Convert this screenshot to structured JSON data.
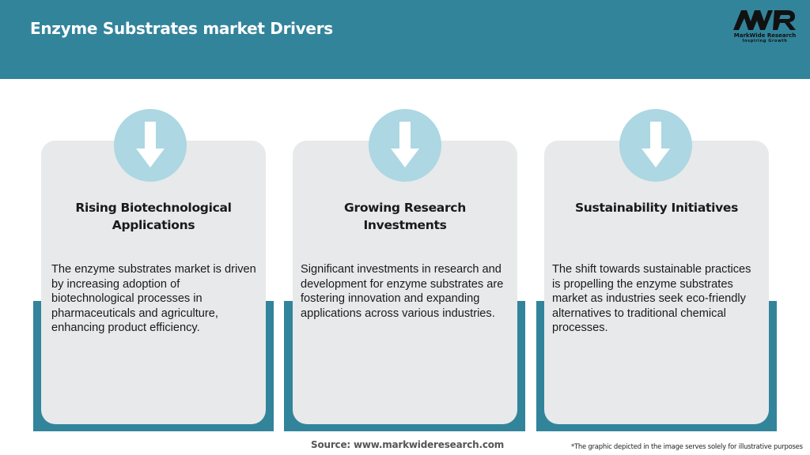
{
  "header": {
    "title": "Enzyme Substrates market Drivers",
    "background_color": "#32849b"
  },
  "logo": {
    "mark": "MWR",
    "name": "MarkWide Research",
    "tagline": "Inspiring Growth"
  },
  "cards": [
    {
      "icon": "arrow-down-icon",
      "title_line1": "Rising Biotechnological",
      "title_line2": "Applications",
      "text": "The enzyme substrates market is driven by increasing adoption of biotechnological processes in pharmaceuticals and agriculture, enhancing product efficiency."
    },
    {
      "icon": "arrow-down-icon",
      "title_line1": "Growing Research",
      "title_line2": "Investments",
      "text": "Significant investments in research and development for enzyme substrates are fostering innovation and expanding applications across various industries."
    },
    {
      "icon": "arrow-down-icon",
      "title_line1": "Sustainability Initiatives",
      "title_line2": "",
      "text": "The shift towards sustainable practices is propelling the enzyme substrates market as industries seek eco-friendly alternatives to traditional chemical processes."
    }
  ],
  "colors": {
    "teal": "#32849b",
    "card_bg": "#e7e9eb",
    "circle": "#acd7e3"
  },
  "footer": {
    "source": "Source: www.markwideresearch.com",
    "disclaimer": "*The graphic depicted in the image serves solely for illustrative purposes"
  }
}
